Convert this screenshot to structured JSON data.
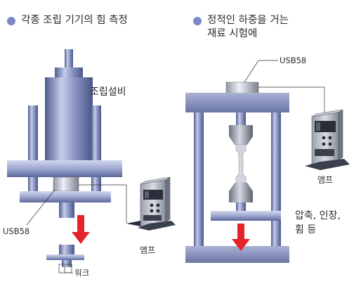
{
  "headings": {
    "left": "각종 조립 기기의 힘 측정",
    "right_line1": "정적인 하중을 거는",
    "right_line2": "재료 시험에"
  },
  "left_diagram": {
    "assembly_label": "조립설비",
    "sensor_label": "USB58",
    "amp_label": "앰프",
    "work_label": "워크"
  },
  "right_diagram": {
    "sensor_label": "USB58",
    "amp_label": "앰프",
    "load_line1": "압축, 인장,",
    "load_line2": "휨 등"
  },
  "colors": {
    "bullet": "#7c87c8",
    "arrow": "#e5232a",
    "steel_dark": "#5e6c9c",
    "steel_light": "#c3cbe8"
  }
}
